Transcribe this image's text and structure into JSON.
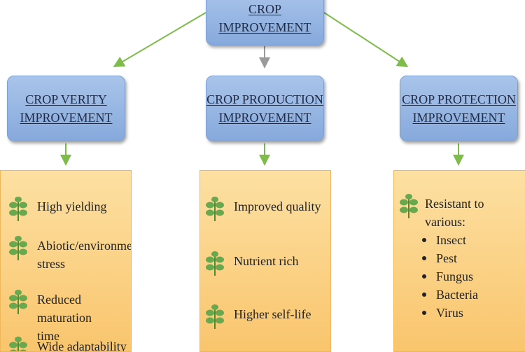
{
  "root": {
    "line1": "CROP",
    "line2": "IMPROVEMENT"
  },
  "branches": [
    {
      "line1": "CROP VERITY",
      "line2": "IMPROVEMENT"
    },
    {
      "line1": "CROP PRODUCTION",
      "line2": "IMPROVEMENT"
    },
    {
      "line1": "CROP PROTECTION",
      "line2": "IMPROVEMENT"
    }
  ],
  "panels": {
    "verity": {
      "items": [
        {
          "line1": "High yielding",
          "line2": ""
        },
        {
          "line1": "Abiotic/environment",
          "line2": "stress"
        },
        {
          "line1": "Reduced maturation",
          "line2": "time"
        },
        {
          "line1": "Wide adaptability",
          "line2": ""
        }
      ]
    },
    "production": {
      "items": [
        {
          "line1": "Improved quality"
        },
        {
          "line1": "Nutrient rich"
        },
        {
          "line1": "Higher self-life"
        }
      ]
    },
    "protection": {
      "heading": "Resistant to various:",
      "bullets": [
        "Insect",
        "Pest",
        "Fungus",
        "Bacteria",
        "Virus"
      ]
    }
  },
  "colors": {
    "node": "#8fb0e0",
    "panel": "#fbd387",
    "arrow": "#7dbb4a",
    "leaf": "#6aa84f"
  }
}
